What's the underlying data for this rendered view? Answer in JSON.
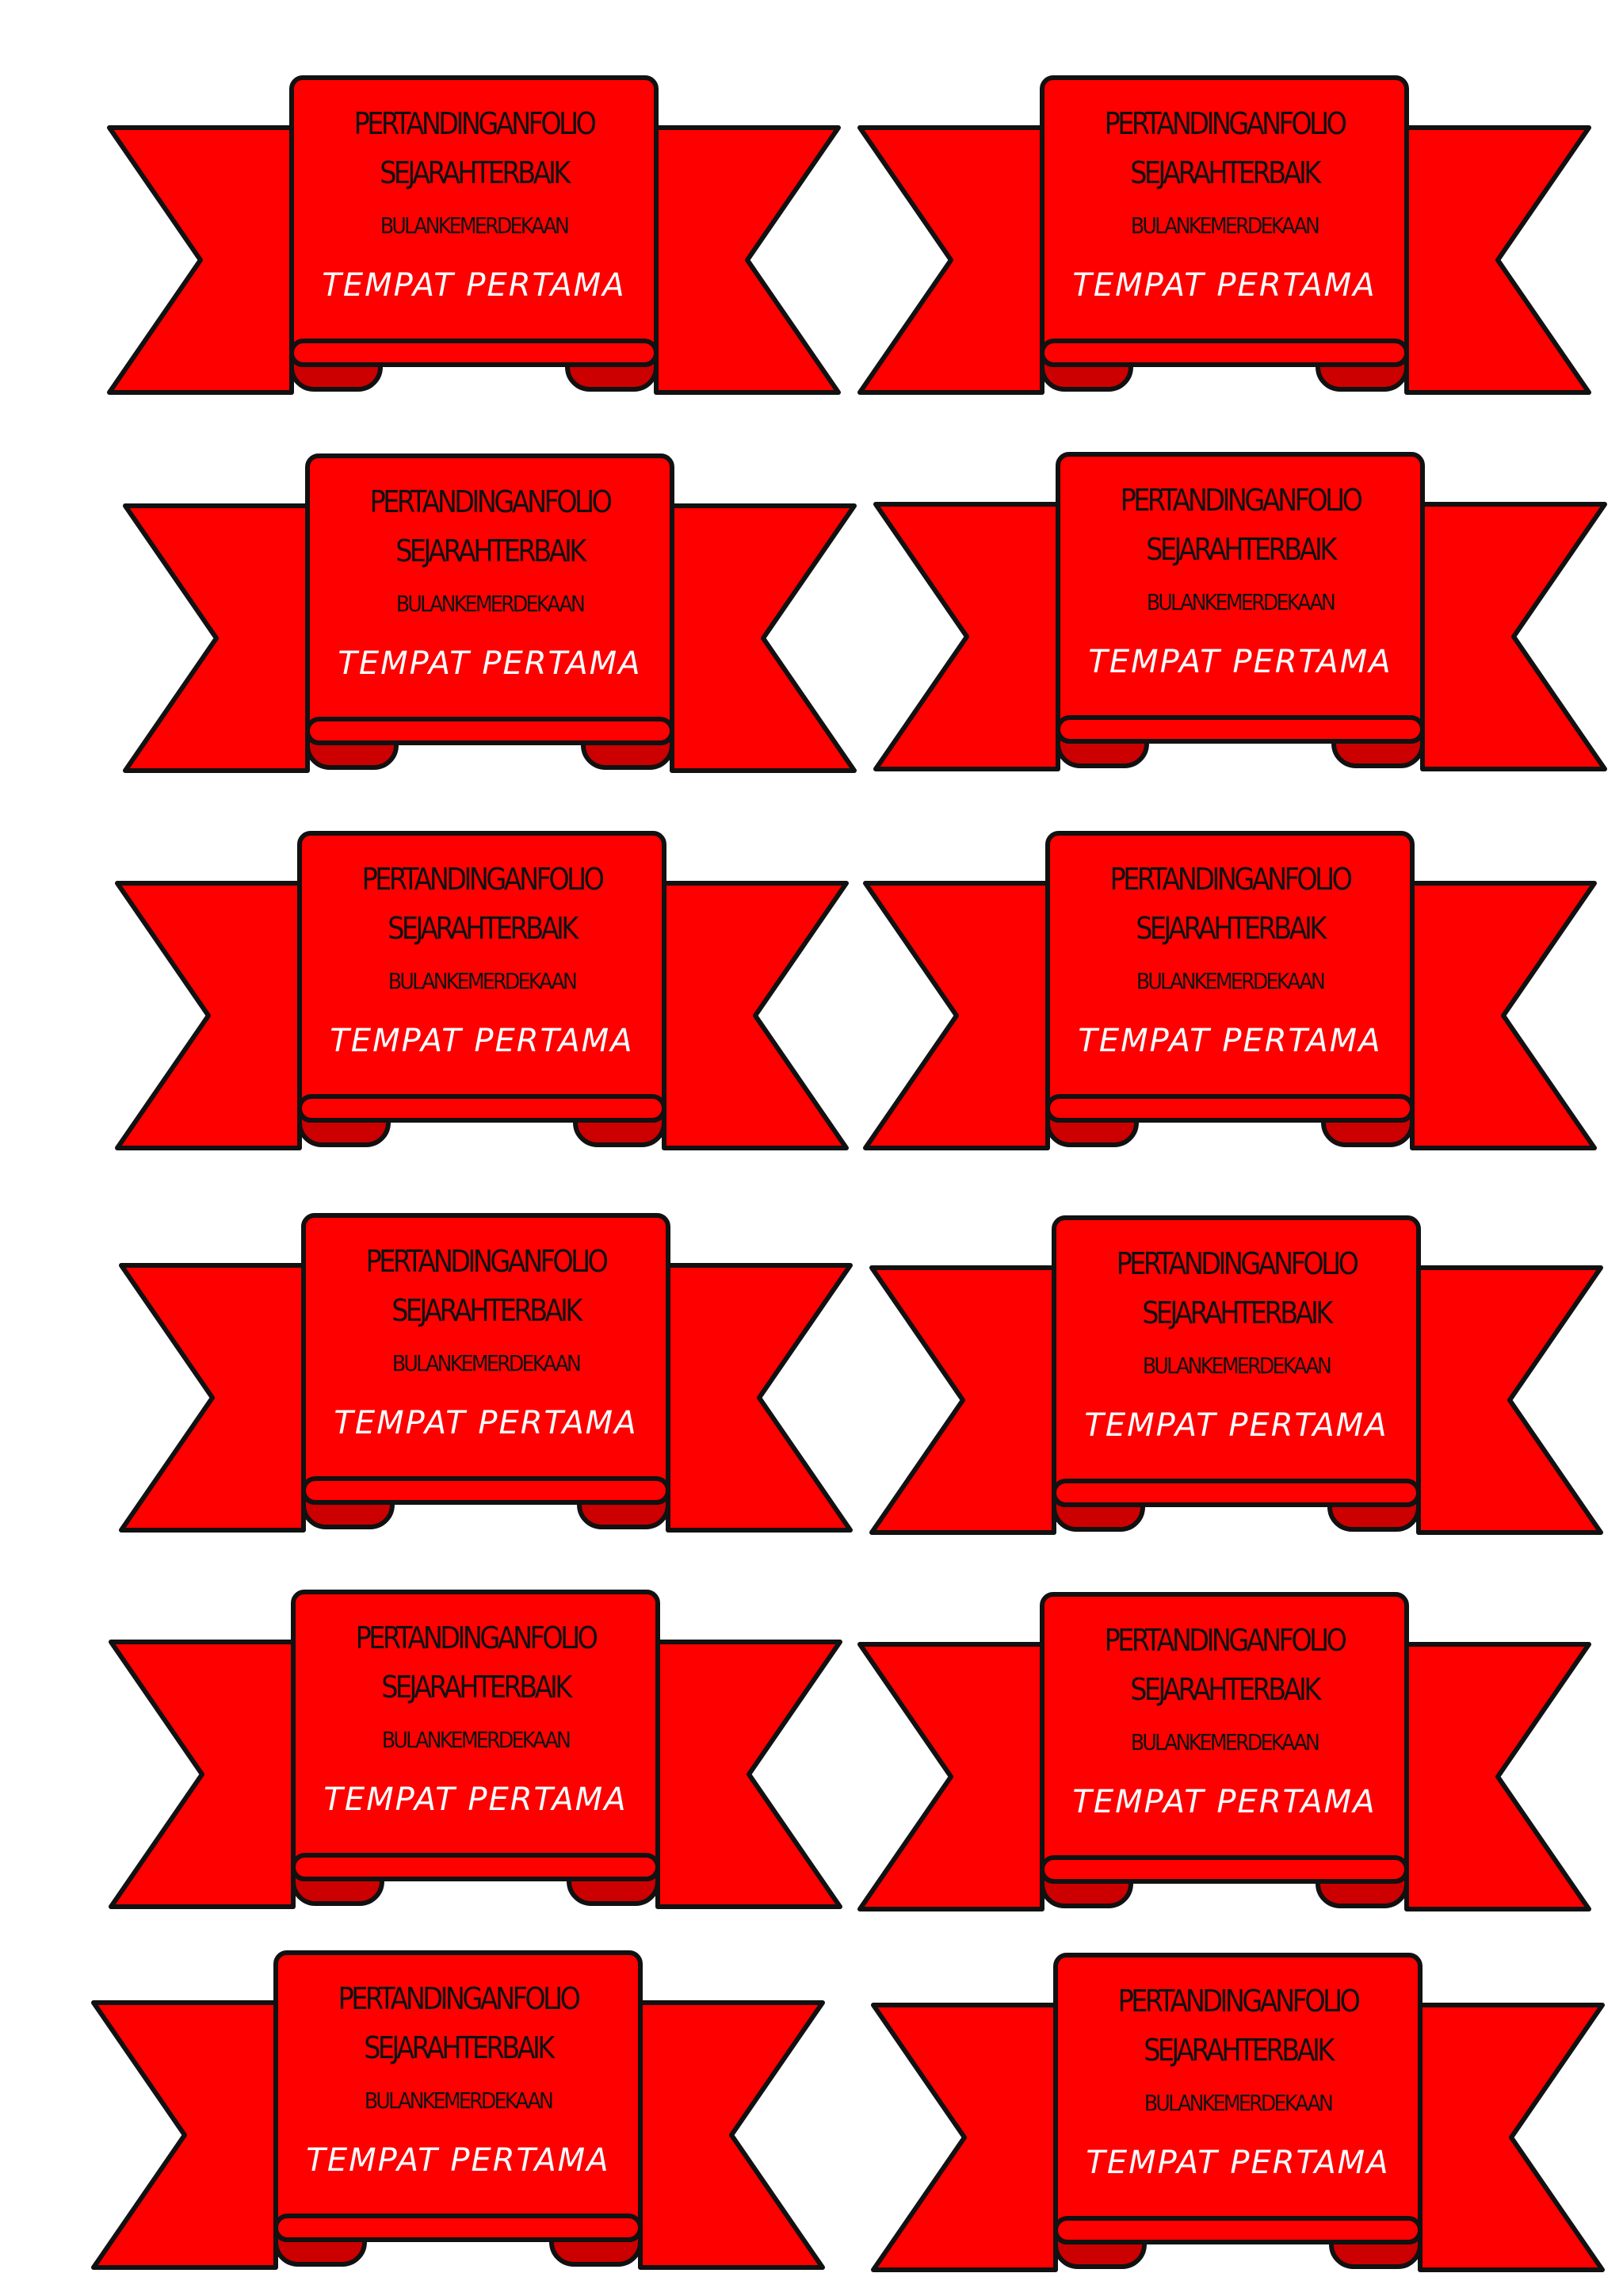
{
  "labels": [
    {
      "title_line1": "PERTANDINGANFOLIO",
      "title_line2": "SEJARAHTERBAIK",
      "subtitle": "BULANKEMERDEKAAN",
      "placement": "TEMPAT PERTAMA"
    },
    {
      "title_line1": "PERTANDINGANFOLIO",
      "title_line2": "SEJARAHTERBAIK",
      "subtitle": "BULANKEMERDEKAAN",
      "placement": "TEMPAT PERTAMA"
    },
    {
      "title_line1": "PERTANDINGANFOLIO",
      "title_line2": "SEJARAHTERBAIK",
      "subtitle": "BULANKEMERDEKAAN",
      "placement": "TEMPAT PERTAMA"
    },
    {
      "title_line1": "PERTANDINGANFOLIO",
      "title_line2": "SEJARAHTERBAIK",
      "subtitle": "BULANKEMERDEKAAN",
      "placement": "TEMPAT PERTAMA"
    },
    {
      "title_line1": "PERTANDINGANFOLIO",
      "title_line2": "SEJARAHTERBAIK",
      "subtitle": "BULANKEMERDEKAAN",
      "placement": "TEMPAT PERTAMA"
    },
    {
      "title_line1": "PERTANDINGANFOLIO",
      "title_line2": "SEJARAHTERBAIK",
      "subtitle": "BULANKEMERDEKAAN",
      "placement": "TEMPAT PERTAMA"
    },
    {
      "title_line1": "PERTANDINGANFOLIO",
      "title_line2": "SEJARAHTERBAIK",
      "subtitle": "BULANKEMERDEKAAN",
      "placement": "TEMPAT PERTAMA"
    },
    {
      "title_line1": "PERTANDINGANFOLIO",
      "title_line2": "SEJARAHTERBAIK",
      "subtitle": "BULANKEMERDEKAAN",
      "placement": "TEMPAT PERTAMA"
    },
    {
      "title_line1": "PERTANDINGANFOLIO",
      "title_line2": "SEJARAHTERBAIK",
      "subtitle": "BULANKEMERDEKAAN",
      "placement": "TEMPAT PERTAMA"
    },
    {
      "title_line1": "PERTANDINGANFOLIO",
      "title_line2": "SEJARAHTERBAIK",
      "subtitle": "BULANKEMERDEKAAN",
      "placement": "TEMPAT PERTAMA"
    },
    {
      "title_line1": "PERTANDINGANFOLIO",
      "title_line2": "SEJARAHTERBAIK",
      "subtitle": "BULANKEMERDEKAAN",
      "placement": "TEMPAT PERTAMA"
    },
    {
      "title_line1": "PERTANDINGANFOLIO",
      "title_line2": "SEJARAHTERBAIK",
      "subtitle": "BULANKEMERDEKAAN",
      "placement": "TEMPAT PERTAMA"
    }
  ],
  "colors": {
    "ribbon": "#ff0000",
    "ribbon_fold": "#cc0000",
    "outline": "#111111",
    "placement_text": "#ffffff"
  }
}
